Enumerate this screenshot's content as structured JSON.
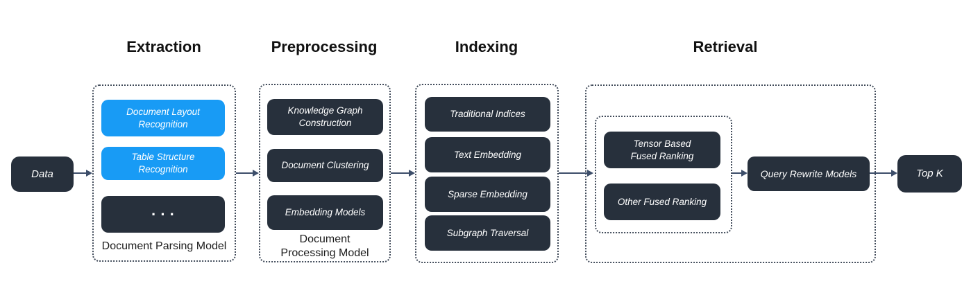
{
  "colors": {
    "background": "#ffffff",
    "dark_box": "#27303c",
    "blue_box": "#189bf5",
    "arrow": "#3d4e6a",
    "border": "#414b5a",
    "title": "#111111",
    "caption": "#1c1c1c",
    "label": "#ffffff"
  },
  "nodes": {
    "data": {
      "label": "Data"
    },
    "top_k": {
      "label": "Top K"
    },
    "query_rewrite": {
      "label": "Query Rewrite Models"
    }
  },
  "sections": {
    "extraction": {
      "title": "Extraction",
      "caption": "Document Parsing Model",
      "items": [
        {
          "label": "Document Layout\nRecognition",
          "variant": "blue"
        },
        {
          "label": "Table Structure\nRecognition",
          "variant": "blue"
        },
        {
          "label": "···",
          "variant": "dark"
        }
      ]
    },
    "preprocessing": {
      "title": "Preprocessing",
      "caption": "Document\nProcessing Model",
      "items": [
        {
          "label": "Knowledge Graph\nConstruction",
          "variant": "dark"
        },
        {
          "label": "Document Clustering",
          "variant": "dark"
        },
        {
          "label": "Embedding Models",
          "variant": "dark"
        }
      ]
    },
    "indexing": {
      "title": "Indexing",
      "items": [
        {
          "label": "Traditional Indices",
          "variant": "dark"
        },
        {
          "label": "Text Embedding",
          "variant": "dark"
        },
        {
          "label": "Sparse Embedding",
          "variant": "dark"
        },
        {
          "label": "Subgraph Traversal",
          "variant": "dark"
        }
      ]
    },
    "retrieval": {
      "title": "Retrieval",
      "fused_ranking_group": {
        "items": [
          {
            "label": "Tensor Based\nFused Ranking",
            "variant": "dark"
          },
          {
            "label": "Other Fused Ranking",
            "variant": "dark"
          }
        ]
      }
    }
  }
}
